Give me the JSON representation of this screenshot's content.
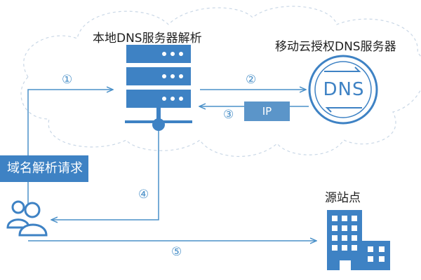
{
  "labels": {
    "local_dns": "本地DNS服务器解析",
    "auth_dns": "移动云授权DNS服务器",
    "origin": "源站点",
    "request": "域名解析请求",
    "dns_logo_text": "DNS",
    "ip": "IP"
  },
  "steps": [
    "①",
    "②",
    "③",
    "④",
    "⑤"
  ],
  "colors": {
    "primary": "#3e82c4",
    "line": "#4a90c8",
    "cloud_stroke": "#c9d7e6",
    "building": "#3e82c4"
  },
  "icons": {
    "server": "server-stack-icon",
    "dns": "dns-globe-icon",
    "users": "users-icon",
    "building": "building-icon"
  }
}
